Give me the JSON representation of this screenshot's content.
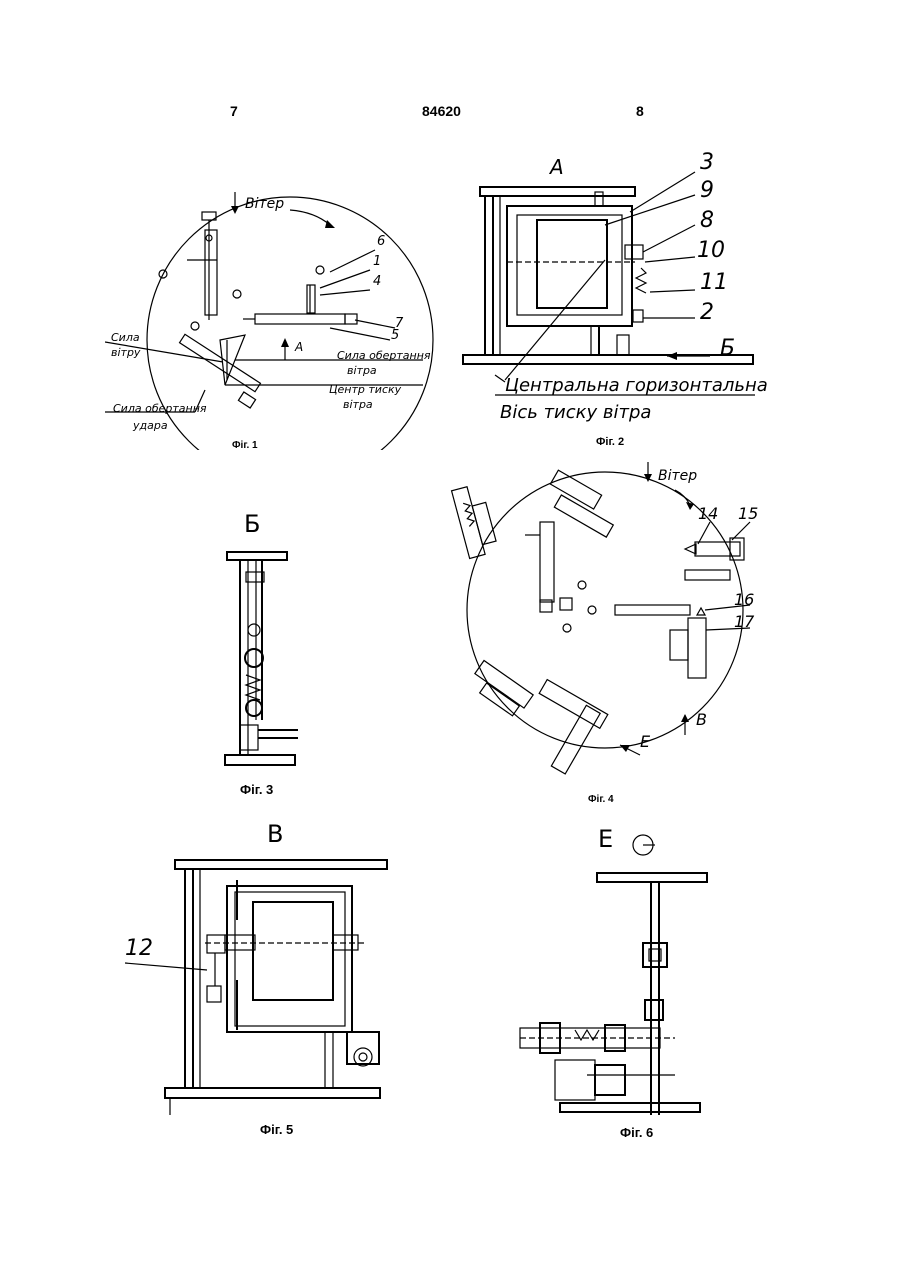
{
  "header": {
    "page_left": "7",
    "patent_number": "84620",
    "page_right": "8"
  },
  "fig1": {
    "caption": "Фіг. 1",
    "wind": "Вітер",
    "labels": [
      "6",
      "1",
      "4",
      "7",
      "5"
    ],
    "view": "А",
    "wind_force": [
      "Сила",
      "вітру"
    ],
    "rotation_force": [
      "Сила обертання",
      "вітра"
    ],
    "pressure_center": [
      "Центр тиску",
      "вітра"
    ],
    "impact_rotation_force": [
      "Сила обертання",
      "удара"
    ]
  },
  "fig2": {
    "caption": "Фіг. 2",
    "view": "А",
    "labels": [
      "3",
      "9",
      "8",
      "10",
      "11",
      "2"
    ],
    "view_b": "Б",
    "axis_label": [
      "Центральна горизонтальна",
      "Вісь тиску вітра"
    ]
  },
  "fig3": {
    "caption": "Фіг. 3",
    "view": "Б"
  },
  "fig4": {
    "caption": "Фіг. 4",
    "wind": "Вітер",
    "labels": [
      "14",
      "15",
      "16",
      "17"
    ],
    "view_v": "В",
    "view_e": "Е"
  },
  "fig5": {
    "caption": "Фіг. 5",
    "view": "В",
    "label": "12"
  },
  "fig6": {
    "caption": "Фіг. 6",
    "view": "Е"
  }
}
